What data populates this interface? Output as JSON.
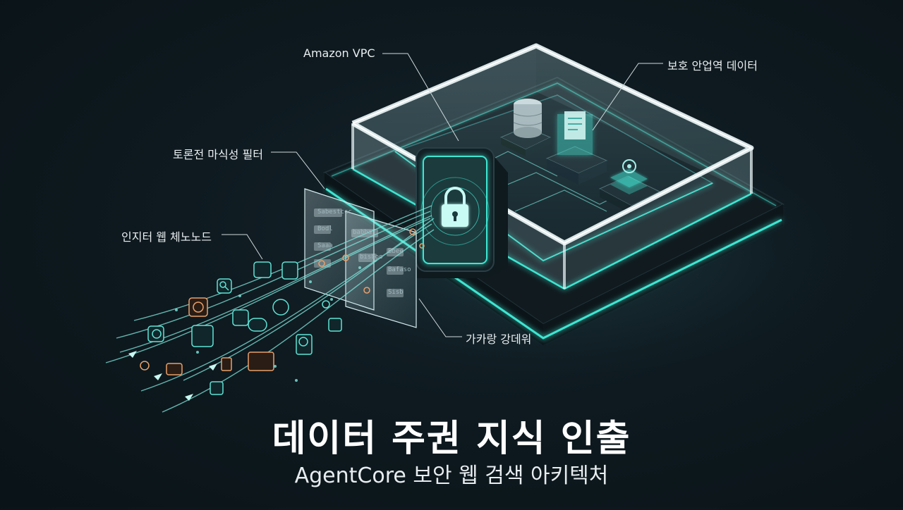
{
  "callouts": {
    "vpc": "Amazon VPC",
    "protected_data": "보호 안업역 데이터",
    "filter": "토론전 마식성 필터",
    "internet_nodes": "인지터 웹 체노노드",
    "gateway": "가카랑 강데워"
  },
  "title": "데이터 주권 지식 인출",
  "subtitle": "AgentCore 보안 웹 검색 아키텍처",
  "filter_panel_items": [
    "Sabestccc",
    "Bodl",
    "babba",
    "Saaa",
    "bisboo",
    "Bbee",
    "Bafaso",
    "Sisb"
  ],
  "colors": {
    "background": "#0e1a20",
    "accent": "#3ee6d2",
    "glass": "#bfe9ee",
    "node_orange": "#e9a06a"
  }
}
